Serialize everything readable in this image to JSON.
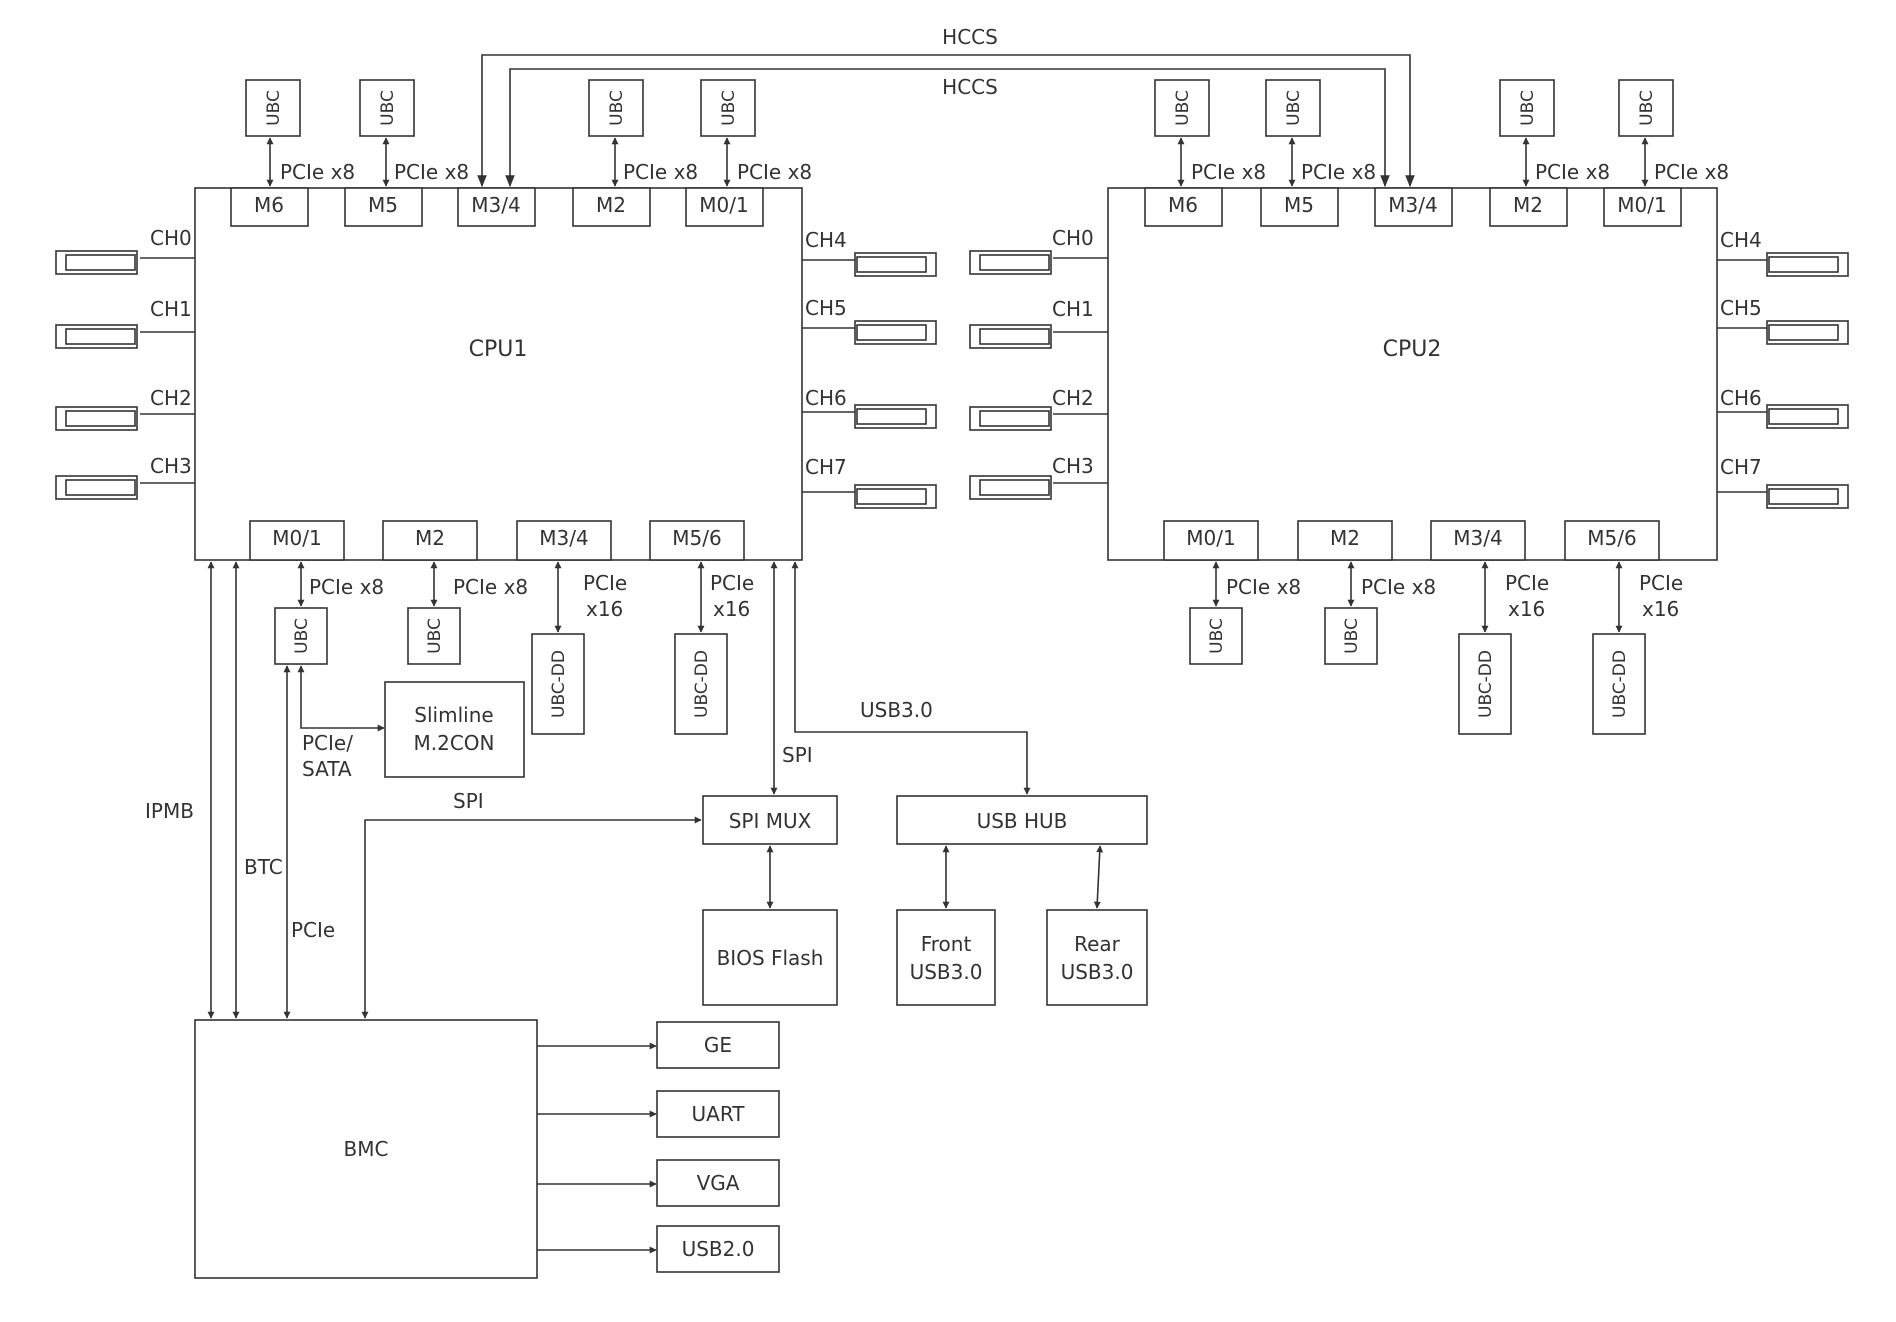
{
  "links": {
    "hccs_outer": "HCCS",
    "hccs_inner": "HCCS",
    "pcie_x8": "PCIe x8",
    "pcie": "PCIe",
    "x16": "x16",
    "spi_top": "SPI",
    "spi_left": "SPI",
    "usb30": "USB3.0",
    "ipmb": "IPMB",
    "btc": "BTC",
    "pcie_bmc": "PCIe",
    "pcie_sata_1": "PCIe/",
    "pcie_sata_2": "SATA"
  },
  "cpu1": {
    "label": "CPU1",
    "top_ports": [
      "M6",
      "M5",
      "M3/4",
      "M2",
      "M0/1"
    ],
    "bottom_ports": [
      "M0/1",
      "M2",
      "M3/4",
      "M5/6"
    ],
    "left_channels": [
      "CH0",
      "CH1",
      "CH2",
      "CH3"
    ],
    "right_channels": [
      "CH4",
      "CH5",
      "CH6",
      "CH7"
    ]
  },
  "cpu2": {
    "label": "CPU2",
    "top_ports": [
      "M6",
      "M5",
      "M3/4",
      "M2",
      "M0/1"
    ],
    "bottom_ports": [
      "M0/1",
      "M2",
      "M3/4",
      "M5/6"
    ],
    "left_channels": [
      "CH0",
      "CH1",
      "CH2",
      "CH3"
    ],
    "right_channels": [
      "CH4",
      "CH5",
      "CH6",
      "CH7"
    ]
  },
  "devices": {
    "ubc": "UBC",
    "ubc_dd": "UBC-DD",
    "slimline_1": "Slimline",
    "slimline_2": "M.2CON",
    "spi_mux": "SPI MUX",
    "bios_flash": "BIOS Flash",
    "usb_hub": "USB HUB",
    "front_1": "Front",
    "front_2": "USB3.0",
    "rear_1": "Rear",
    "rear_2": "USB3.0",
    "bmc": "BMC",
    "ge": "GE",
    "uart": "UART",
    "vga": "VGA",
    "usb20": "USB2.0"
  }
}
